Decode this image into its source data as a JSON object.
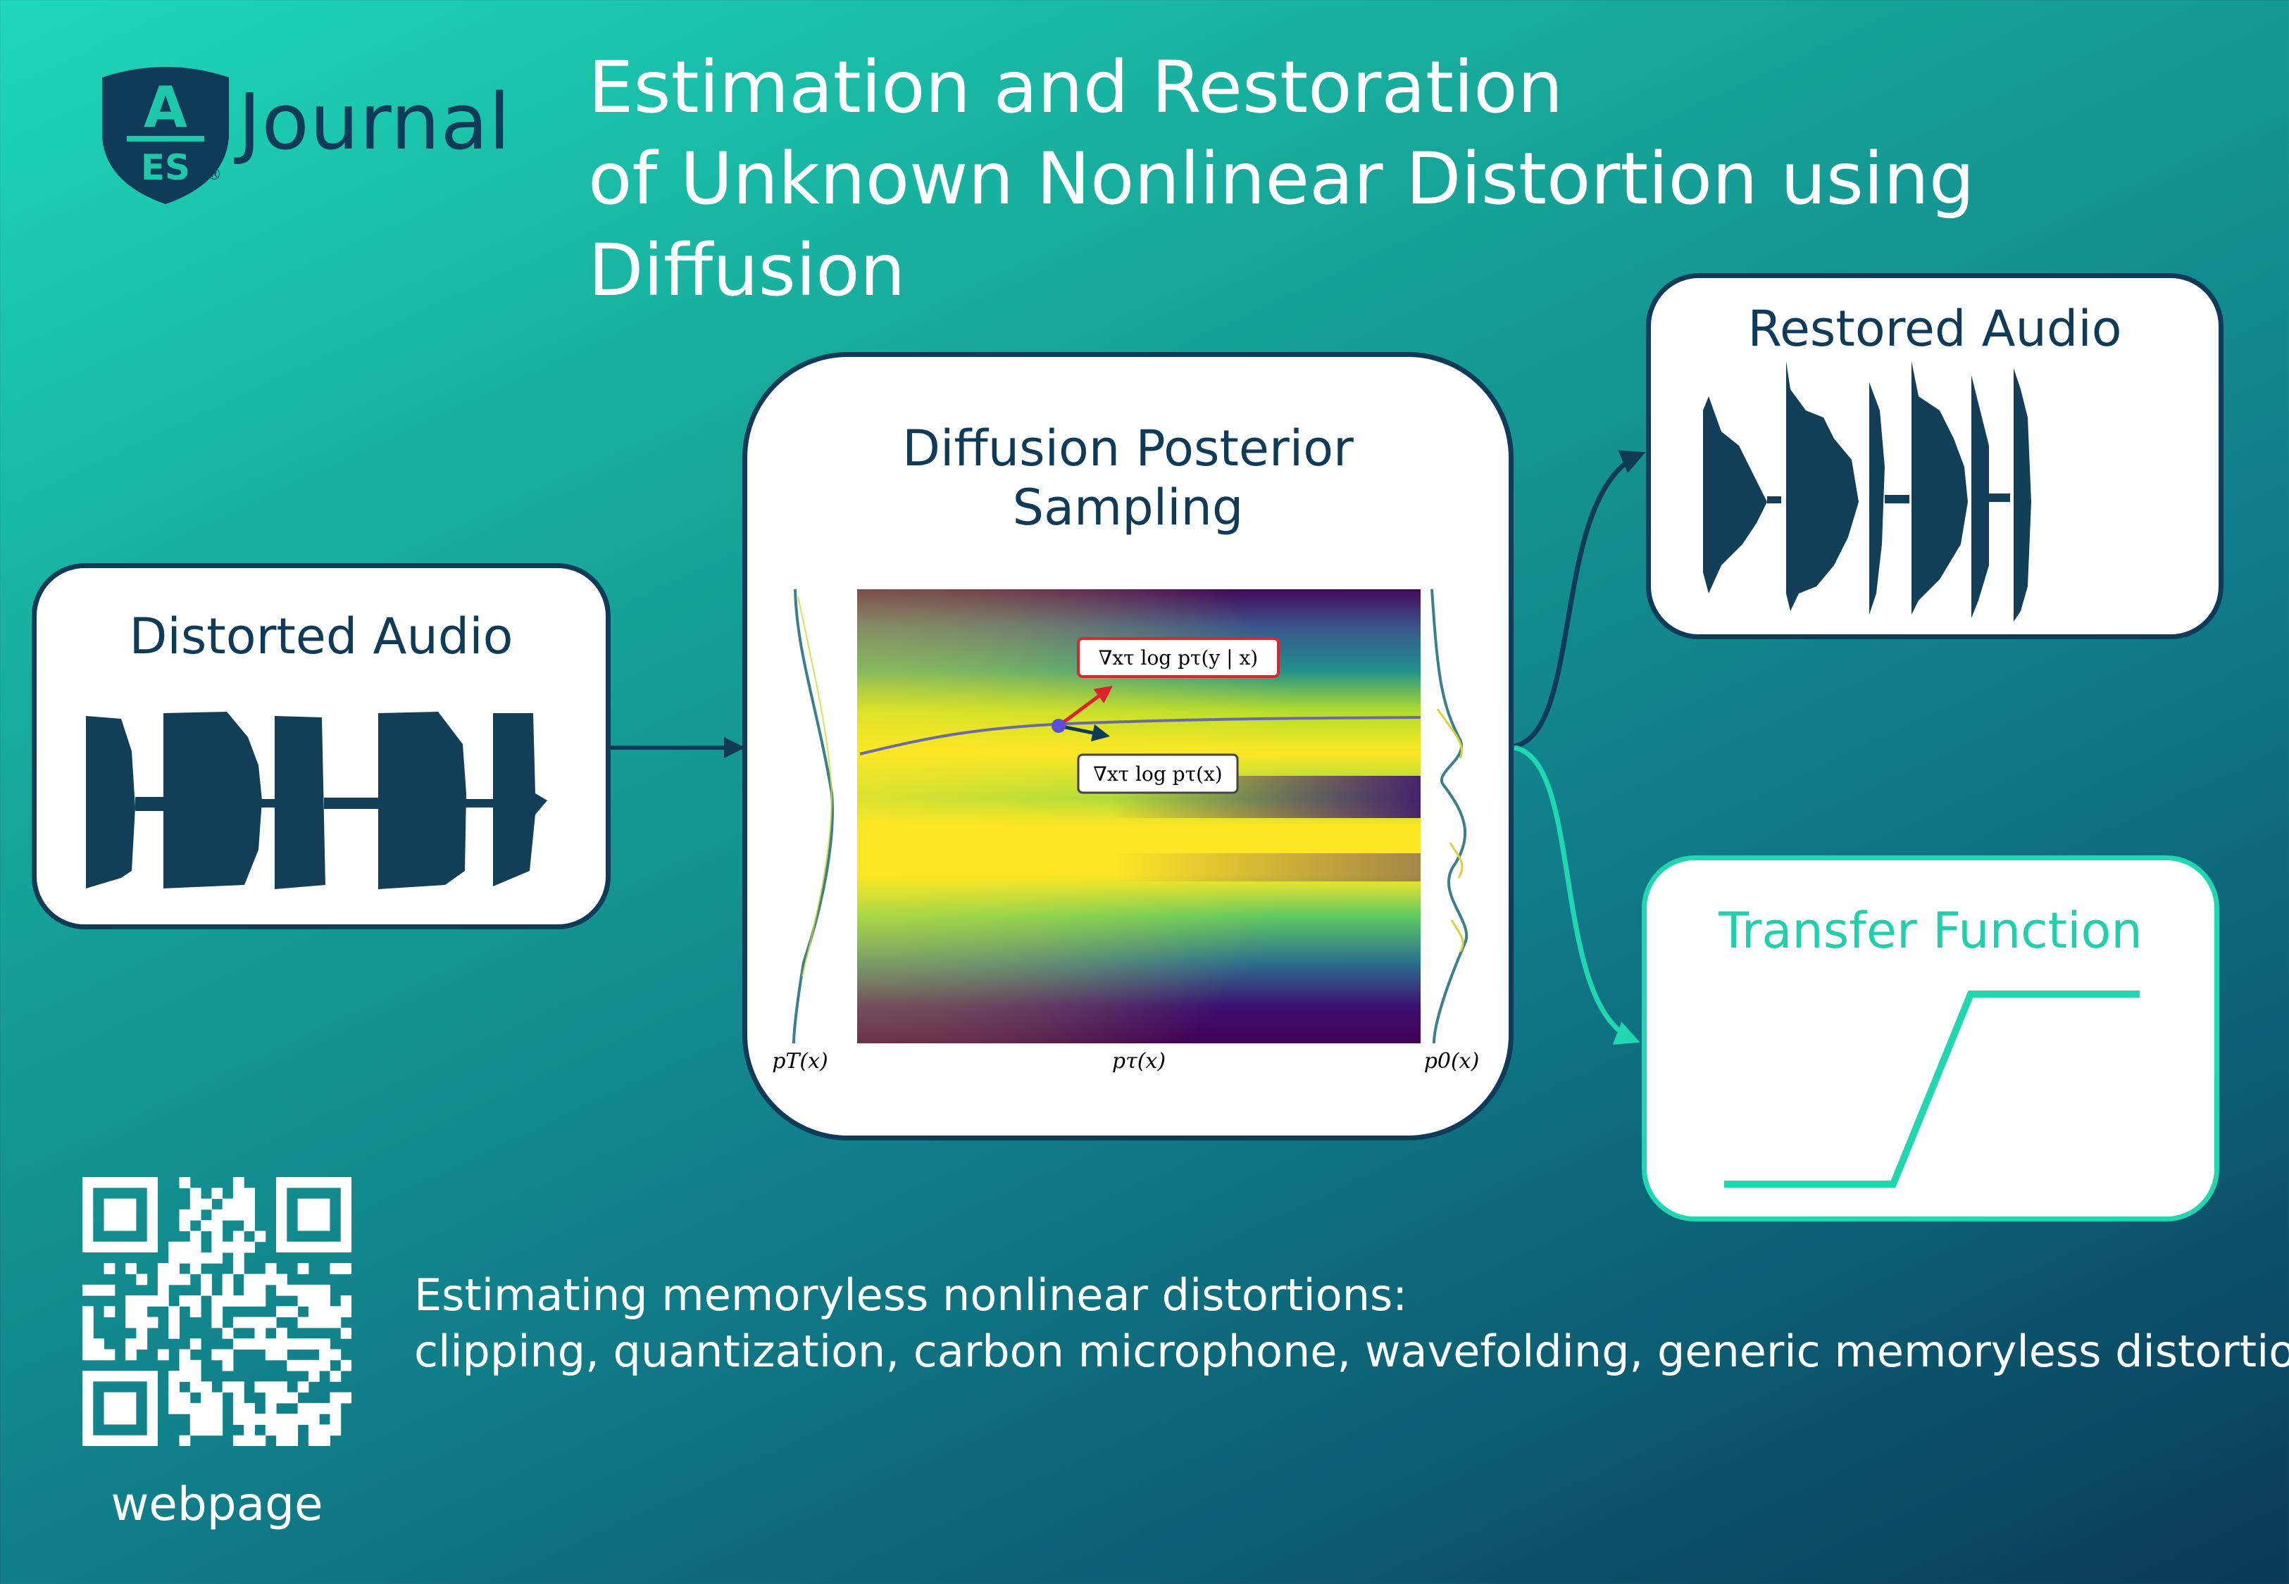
{
  "header": {
    "journal_label": "Journal",
    "logo_letters": {
      "top": "A",
      "bottom": "ES",
      "mark": "®"
    },
    "title_line1": "Estimation and Restoration",
    "title_line2": "of Unknown Nonlinear Distortion using Diffusion"
  },
  "blocks": {
    "distorted": {
      "label": "Distorted Audio"
    },
    "dps": {
      "label_line1": "Diffusion Posterior",
      "label_line2": "Sampling",
      "annotation_likelihood": "∇xτ log pτ(y | x)",
      "annotation_prior": "∇xτ log pτ(x)",
      "axis_left": "pT(x)",
      "axis_center": "pτ(x)",
      "axis_right": "p0(x)"
    },
    "restored": {
      "label": "Restored Audio"
    },
    "transfer": {
      "label": "Transfer Function"
    }
  },
  "footer": {
    "qr_label": "webpage",
    "desc_line1": "Estimating memoryless nonlinear distortions:",
    "desc_line2": "clipping, quantization, carbon microphone, wavefolding, generic memoryless distortion…"
  },
  "colors": {
    "navy": "#0f3b58",
    "teal_accent": "#20d7b2",
    "likelihood_arrow": "#e0202a",
    "prior_arrow": "#0f3b58"
  }
}
